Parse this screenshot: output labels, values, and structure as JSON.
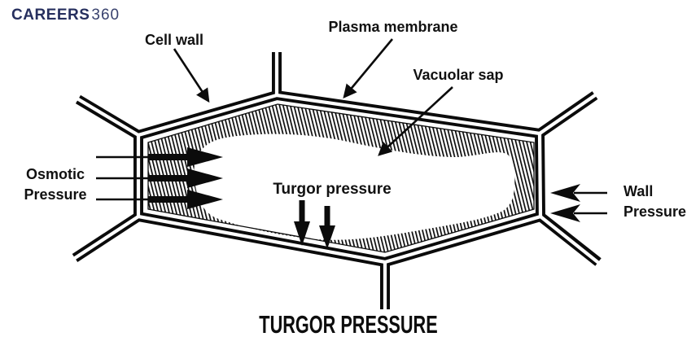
{
  "brand": {
    "bold": "CAREERS",
    "light": "360"
  },
  "labels": {
    "cell_wall": "Cell wall",
    "plasma_membrane": "Plasma membrane",
    "vacuolar_sap": "Vacuolar sap",
    "osmotic_pressure_line1": "Osmotic",
    "osmotic_pressure_line2": "Pressure",
    "turgor_pressure": "Turgor pressure",
    "wall_pressure_line1": "Wall",
    "wall_pressure_line2": "Pressure"
  },
  "caption": "TURGOR PRESSURE",
  "colors": {
    "diagram_line": "#0b0b0b",
    "brand_navy": "#262f5e",
    "background": "#ffffff"
  }
}
